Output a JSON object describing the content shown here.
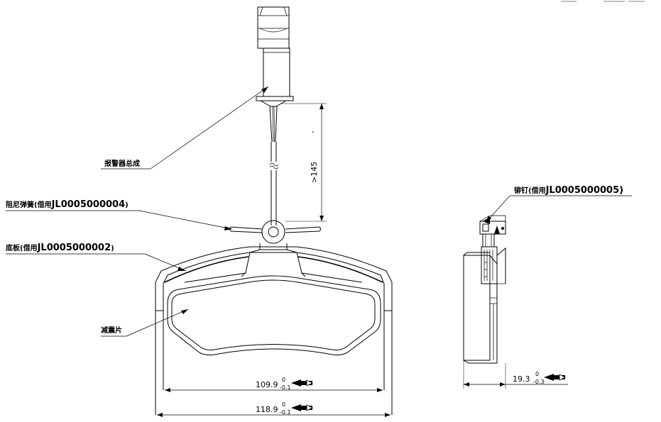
{
  "labels": {
    "alarm_assembly": "报警器总成",
    "damping_spring_prefix": "阻尼弹簧(借用",
    "damping_spring_part": "JL0005000004",
    "damping_spring_suffix": ")",
    "backplate_prefix": "底板(借用",
    "backplate_part": "JL0005000002",
    "backplate_suffix": ")",
    "shim": "减震片",
    "rivet_prefix": "铆钉(借用",
    "rivet_part": "JL0005000005",
    "rivet_suffix": ")"
  },
  "dimensions": {
    "wire_length": ">145",
    "inner_width": {
      "value": "109.9",
      "upper": "0",
      "lower": "-0.1"
    },
    "outer_width": {
      "value": "118.9",
      "upper": "0",
      "lower": "-0.1"
    },
    "thickness": {
      "value": "19.3",
      "upper": "0",
      "lower": "-0.3"
    }
  }
}
